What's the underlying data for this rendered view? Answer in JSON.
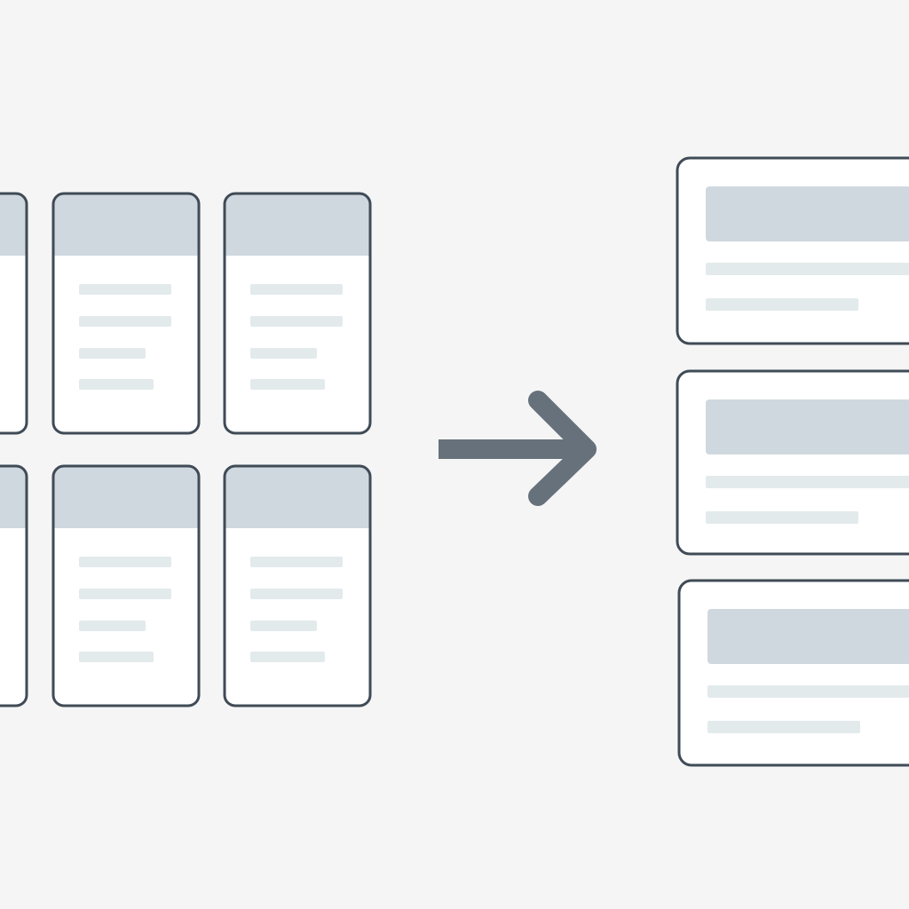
{
  "diagram": {
    "description_type": "layout-transformation",
    "colors": {
      "background": "#f5f5f5",
      "card_fill": "#ffffff",
      "card_border": "#3f4b56",
      "header_block": "#cfd8de",
      "text_line": "#e3eaec",
      "arrow": "#66717b"
    },
    "left_grid": {
      "columns": 3,
      "rows": 2,
      "lines_per_card": 4
    },
    "right_list": {
      "cards": 3,
      "lines_per_card": 2
    },
    "arrow_icon": "arrow-right-icon"
  }
}
